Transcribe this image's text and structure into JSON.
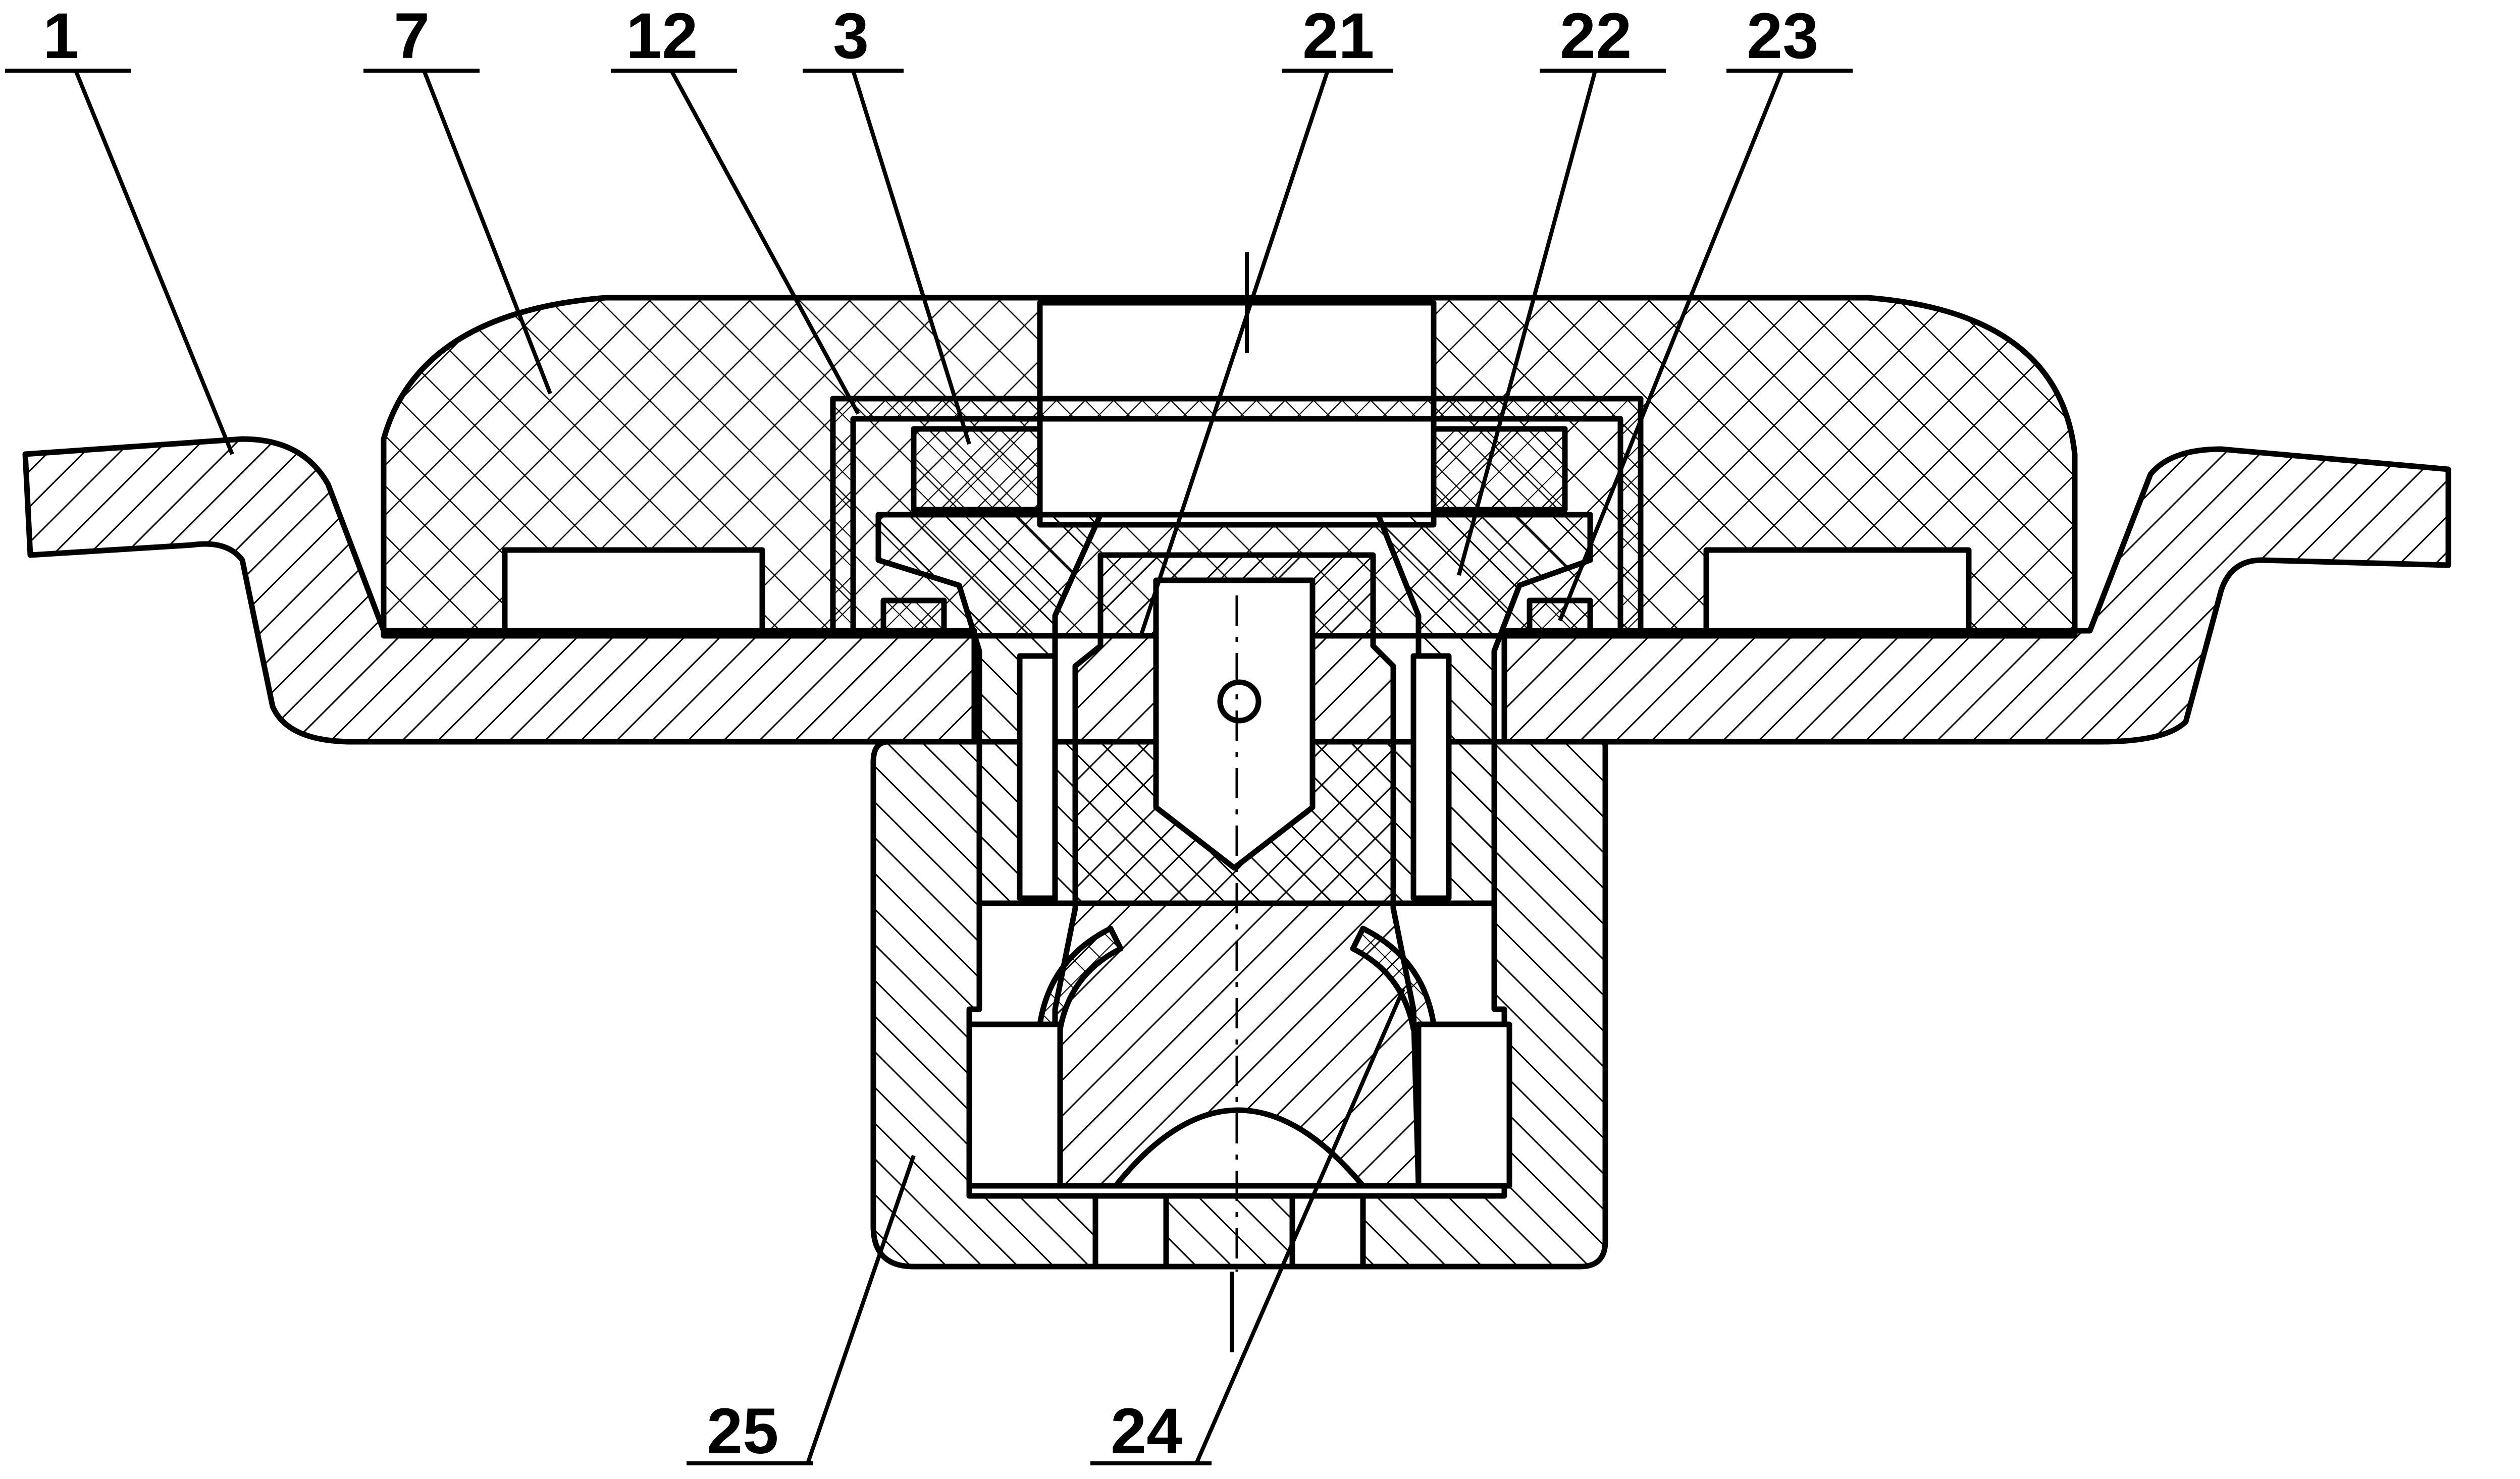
{
  "figure": {
    "labels": {
      "l1": "1",
      "l7": "7",
      "l12": "12",
      "l3": "3",
      "l21": "21",
      "l22": "22",
      "l23": "23",
      "l25": "25",
      "l24": "24"
    },
    "colors": {
      "line": "#000000",
      "background": "#ffffff"
    }
  }
}
